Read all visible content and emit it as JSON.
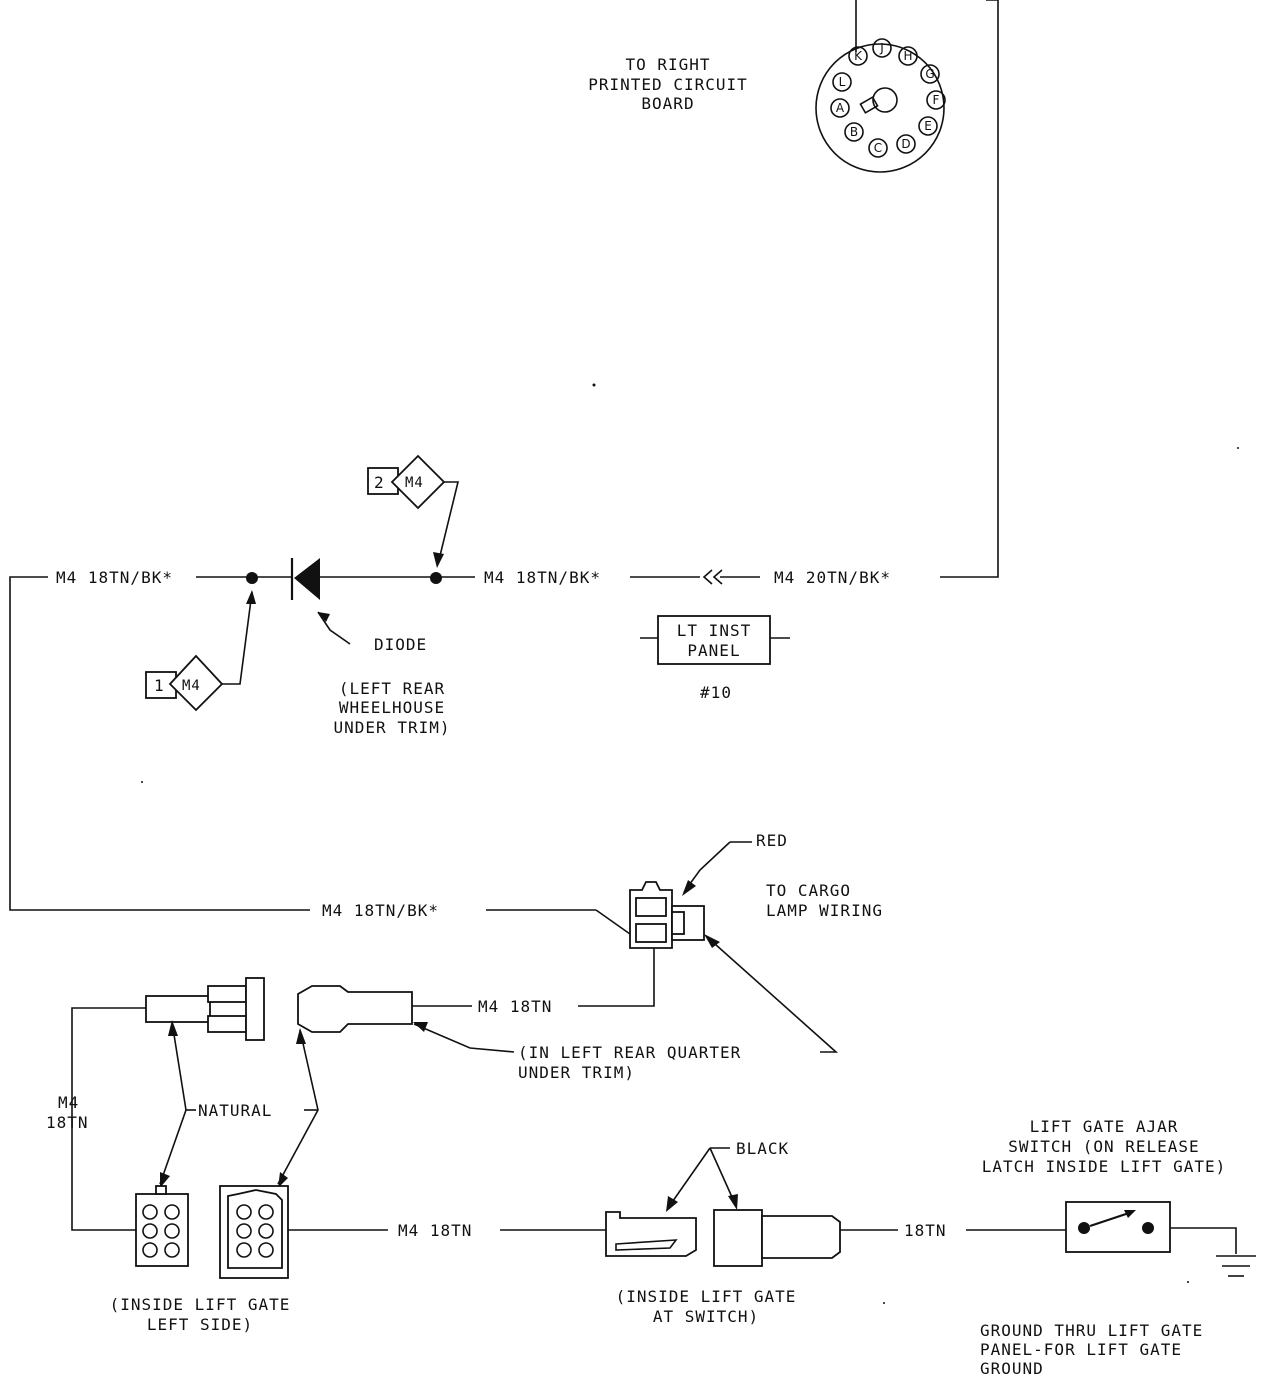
{
  "labels": {
    "right_pcb": [
      "TO RIGHT",
      "PRINTED CIRCUIT",
      "BOARD"
    ],
    "wire_left_top": "M4 18TN/BK*",
    "wire_mid_top": "M4 18TN/BK*",
    "wire_right_top": "M4 20TN/BK*",
    "diode": "DIODE",
    "diode_location": [
      "(LEFT REAR",
      "WHEELHOUSE",
      "UNDER TRIM)"
    ],
    "splice1_num": "1",
    "splice1_code": "M4",
    "splice2_num": "2",
    "splice2_code": "M4",
    "inst_panel": [
      "LT INST",
      "PANEL"
    ],
    "inst_panel_num": "#10",
    "red": "RED",
    "cargo": [
      "TO CARGO",
      "LAMP WIRING"
    ],
    "wire_bottom_long": "M4 18TN/BK*",
    "wire_m4_18tn_1": "M4 18TN",
    "quarter": [
      "(IN LEFT REAR QUARTER",
      "UNDER TRIM)"
    ],
    "wire_vertical": [
      "M4",
      "18TN"
    ],
    "natural": "NATURAL",
    "wire_m4_18tn_2": "M4 18TN",
    "black": "BLACK",
    "wire_18tn": "18TN",
    "switch": [
      "LIFT GATE AJAR",
      "SWITCH (ON RELEASE",
      "LATCH INSIDE LIFT GATE)"
    ],
    "lift_left": [
      "(INSIDE LIFT GATE",
      "LEFT SIDE)"
    ],
    "lift_switch": [
      "(INSIDE LIFT GATE",
      "AT SWITCH)"
    ],
    "ground": [
      "GROUND THRU LIFT GATE",
      "PANEL-FOR LIFT GATE",
      "GROUND"
    ]
  },
  "connector_pins": [
    "K",
    "J",
    "H",
    "G",
    "F",
    "E",
    "D",
    "C",
    "B",
    "A",
    "L"
  ]
}
